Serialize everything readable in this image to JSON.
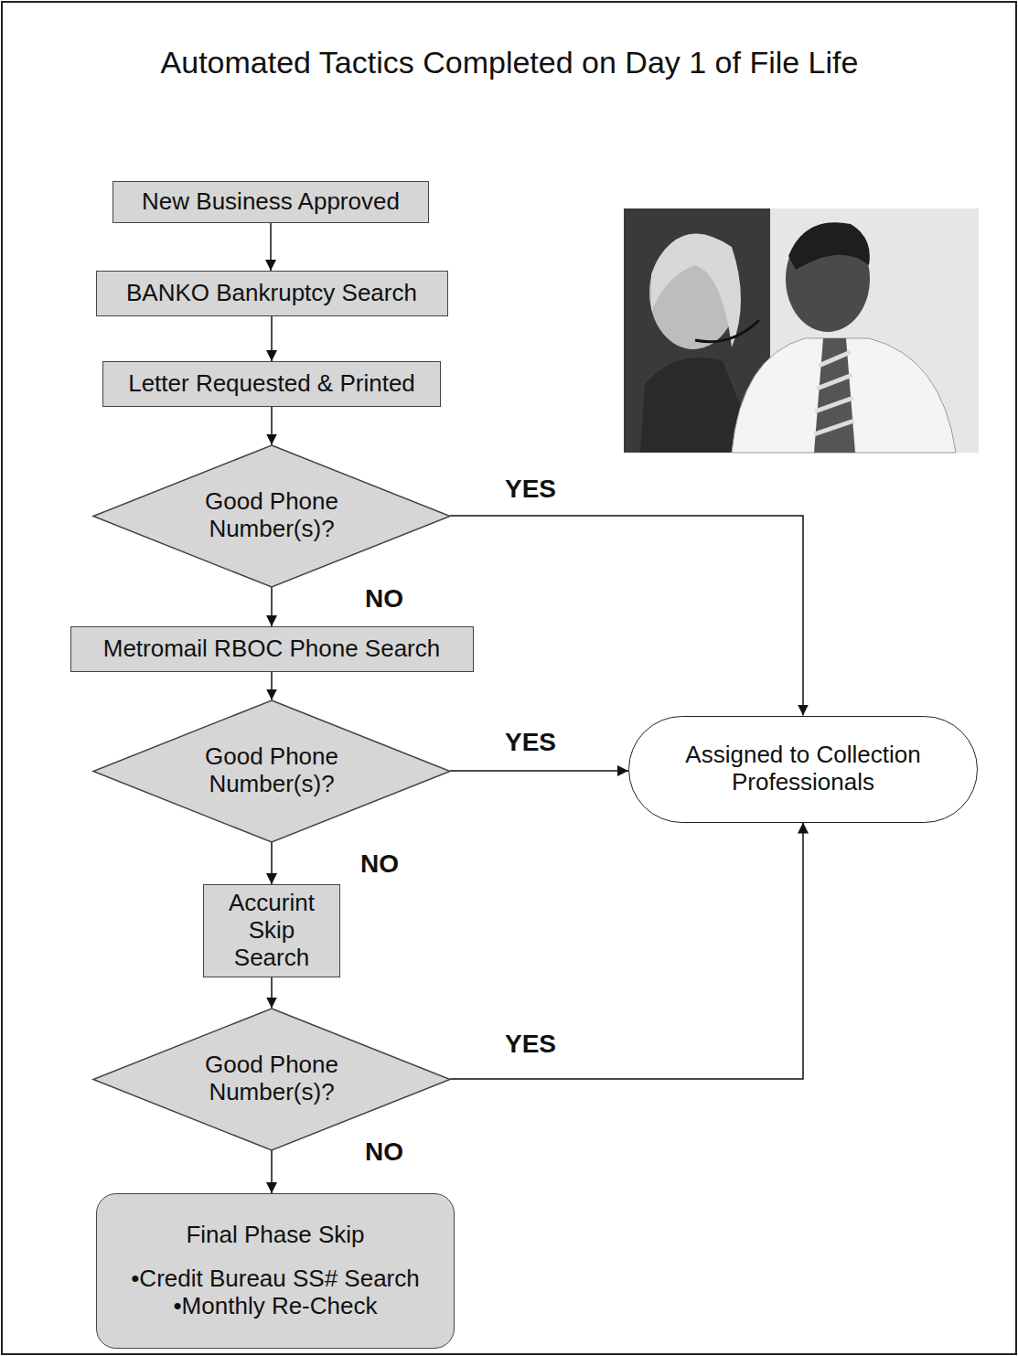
{
  "diagram": {
    "title": "Automated Tactics Completed on Day 1 of File Life",
    "nodes": [
      {
        "text": [
          "New Business Approved"
        ]
      },
      {
        "text": [
          "BANKO Bankruptcy Search"
        ]
      },
      {
        "text": [
          "Letter Requested & Printed"
        ]
      },
      {
        "text": [
          "Good Phone Number(s)?"
        ]
      },
      {
        "text": [
          "Metromail RBOC Phone Search"
        ]
      },
      {
        "text": [
          "Good Phone Number(s)?"
        ]
      },
      {
        "text": [
          "Accurint Skip Search"
        ]
      },
      {
        "text": [
          "Good Phone Number(s)?"
        ]
      },
      {
        "text": [
          "Assigned to Collection Professionals"
        ]
      },
      {
        "text": [
          "Final Phase Skip",
          "•Credit Bureau SS# Search",
          "•Monthly Re-Check"
        ]
      }
    ],
    "edges": [
      {
        "from": 0,
        "to": 1,
        "arrow": "to"
      },
      {
        "from": 1,
        "to": 2,
        "arrow": "to"
      },
      {
        "from": 2,
        "to": 3,
        "arrow": "to"
      },
      {
        "from": 3,
        "to": 8,
        "label": "YES",
        "arrow": "to"
      },
      {
        "from": 3,
        "to": 4,
        "label": "NO",
        "arrow": "to"
      },
      {
        "from": 4,
        "to": 5,
        "arrow": "to"
      },
      {
        "from": 5,
        "to": 8,
        "label": "YES",
        "arrow": "to"
      },
      {
        "from": 5,
        "to": 6,
        "label": "NO",
        "arrow": "to"
      },
      {
        "from": 6,
        "to": 7,
        "arrow": "to"
      },
      {
        "from": 7,
        "to": 8,
        "label": "YES",
        "arrow": "to"
      },
      {
        "from": 7,
        "to": 9,
        "label": "NO",
        "arrow": "to"
      }
    ]
  }
}
